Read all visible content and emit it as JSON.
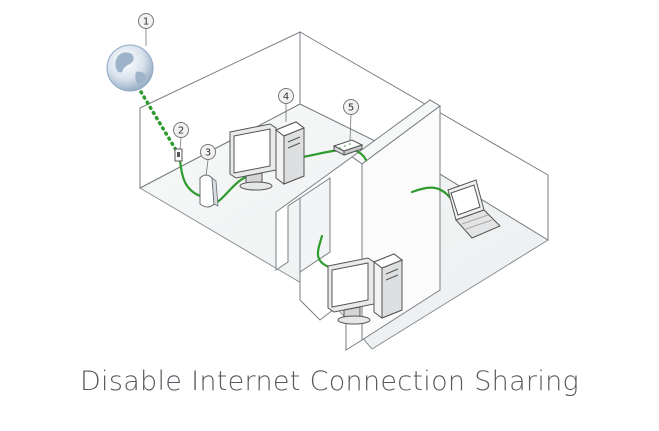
{
  "caption": "Disable Internet Connection Sharing",
  "callouts": [
    {
      "label": "1",
      "target": "internet-globe"
    },
    {
      "label": "2",
      "target": "wall-jack"
    },
    {
      "label": "3",
      "target": "broadband-modem"
    },
    {
      "label": "4",
      "target": "host-computer"
    },
    {
      "label": "5",
      "target": "network-hub"
    }
  ],
  "colors": {
    "cable": "#2e9b2e",
    "wall": "#ffffff",
    "floor": "#f4f5f5",
    "outline": "#7a7f84",
    "globe": "#8fa9c4"
  },
  "icons": [
    "globe-icon",
    "wall-jack-icon",
    "modem-icon",
    "desktop-computer-icon",
    "hub-icon",
    "laptop-icon"
  ]
}
